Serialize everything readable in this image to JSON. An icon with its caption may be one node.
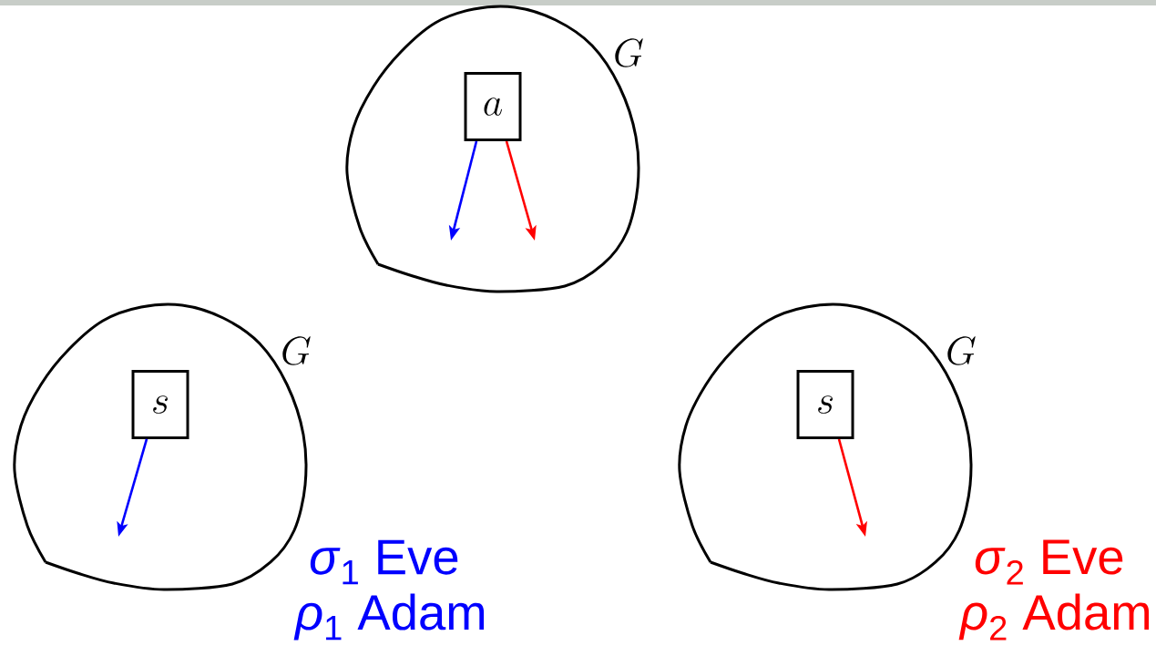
{
  "diagram": {
    "nodes": [
      {
        "text": [
          "G"
        ]
      },
      {
        "text": [
          "a"
        ],
        "in": 0
      },
      {
        "text": [
          "G"
        ]
      },
      {
        "text": [
          "s"
        ],
        "in": 2
      },
      {
        "text": [
          "G"
        ]
      },
      {
        "text": [
          "s"
        ],
        "in": 4
      }
    ],
    "edges": [
      {
        "from": 1,
        "to": null,
        "arrow": "to",
        "color": "#0000ff"
      },
      {
        "from": 1,
        "to": null,
        "arrow": "to",
        "color": "#ff0000"
      },
      {
        "from": 3,
        "to": null,
        "arrow": "to",
        "color": "#0000ff"
      },
      {
        "from": 5,
        "to": null,
        "arrow": "to",
        "color": "#ff0000"
      }
    ],
    "labels": [
      "*σ*$_{1}$ Eve",
      "*ρ*$_{1}$ Adam",
      "*σ*$_{2}$ Eve",
      "*ρ*$_{2}$ Adam"
    ]
  }
}
